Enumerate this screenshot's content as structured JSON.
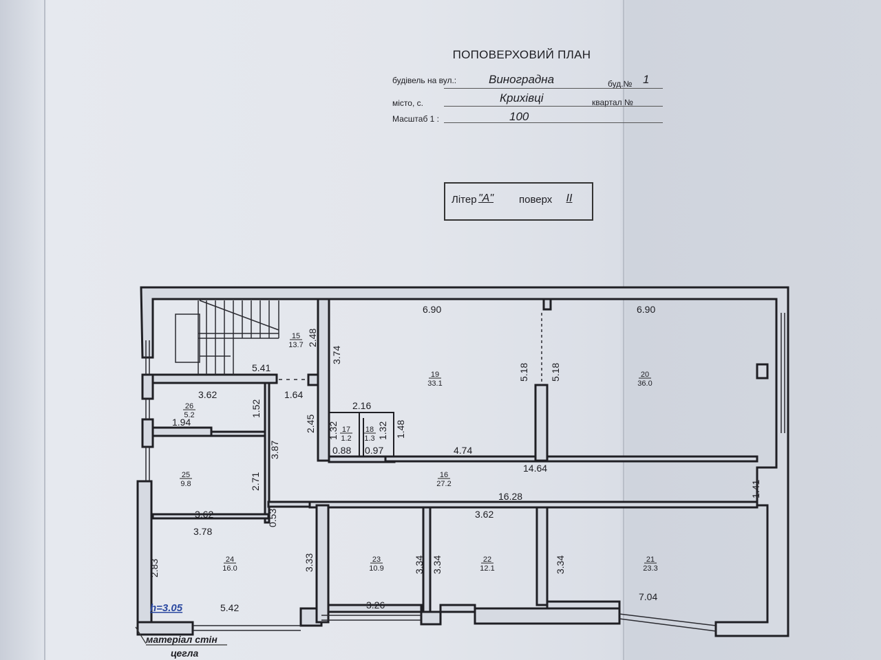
{
  "document": {
    "title": "ПОПОВЕРХОВИЙ ПЛАН",
    "street_label": "будівель на вул.:",
    "street_value": "Виноградна",
    "building_no_label": "буд.№",
    "building_no_value": "1",
    "city_label": "місто, с.",
    "city_value": "Крихівці",
    "block_label": "квартал №",
    "scale_label": "Масштаб 1 :",
    "scale_value": "100"
  },
  "litera_box": {
    "litera_label": "Літер",
    "litera_value": "\"А\"",
    "floor_label": "поверх",
    "floor_value": "II"
  },
  "plan": {
    "rooms": [
      {
        "number": "15",
        "area": "13.7"
      },
      {
        "number": "19",
        "area": "33.1"
      },
      {
        "number": "20",
        "area": "36.0"
      },
      {
        "number": "26",
        "area": "5.2"
      },
      {
        "number": "17",
        "area": "1.2"
      },
      {
        "number": "18",
        "area": "1.3"
      },
      {
        "number": "16",
        "area": "27.2"
      },
      {
        "number": "25",
        "area": "9.8"
      },
      {
        "number": "24",
        "area": "16.0"
      },
      {
        "number": "23",
        "area": "10.9"
      },
      {
        "number": "22",
        "area": "12.1"
      },
      {
        "number": "21",
        "area": "23.3"
      }
    ],
    "dimensions": [
      "6.90",
      "6.90",
      "2.48",
      "3.74",
      "5.41",
      "5.18",
      "5.18",
      "3.62",
      "1.64",
      "1.52",
      "2.16",
      "2.45",
      "1.94",
      "1.32",
      "1.32",
      "1.48",
      "3.87",
      "0.88",
      "0.97",
      "4.74",
      "14.64",
      "2.71",
      "1.41",
      "16.28",
      "3.62",
      "0.53",
      "3.62",
      "3.78",
      "3.33",
      "3.34",
      "3.34",
      "3.34",
      "2.83",
      "7.04",
      "5.42",
      "3.26"
    ],
    "ceiling_height": "h=3.05",
    "wall_material_label": "матеріал стін",
    "wall_material_value": "цегла"
  }
}
